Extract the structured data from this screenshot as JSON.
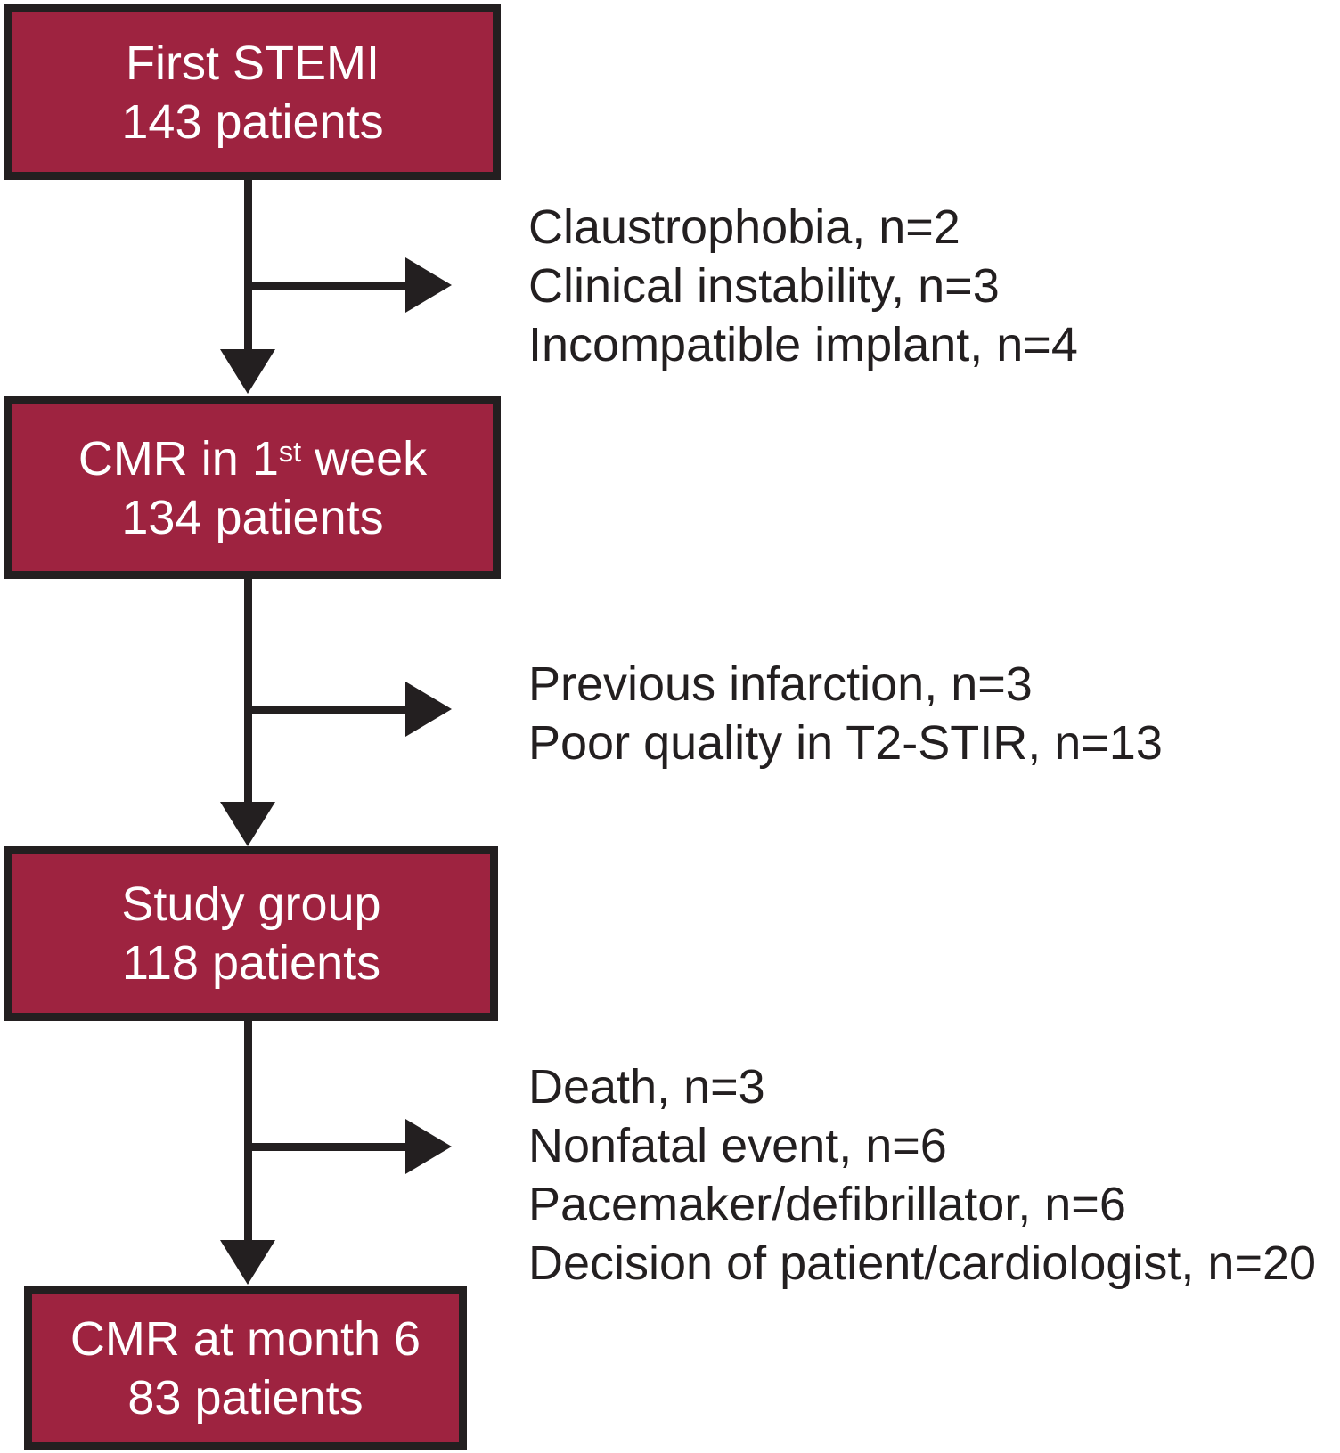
{
  "diagram": {
    "kind": "patient-flow-chart"
  },
  "colors": {
    "box_fill": "#9E2340",
    "box_border": "#231F20",
    "arrow": "#231F20",
    "box_text": "#FFFFFF",
    "side_text": "#231F20",
    "background": "#FFFFFF"
  },
  "boxes": [
    {
      "line1": "First STEMI",
      "line2": "143 patients"
    },
    {
      "line1_prefix": "CMR in 1",
      "line1_sup": "st",
      "line1_suffix": " week",
      "line2": "134 patients"
    },
    {
      "line1": "Study group",
      "line2": "118 patients"
    },
    {
      "line1": "CMR at month 6",
      "line2": "83 patients"
    }
  ],
  "exclusions": [
    {
      "items": [
        "Claustrophobia, n=2",
        "Clinical instability, n=3",
        "Incompatible implant, n=4"
      ]
    },
    {
      "items": [
        "Previous infarction, n=3",
        "Poor quality in T2-STIR, n=13"
      ]
    },
    {
      "items": [
        "Death, n=3",
        "Nonfatal event, n=6",
        "Pacemaker/defibrillator, n=6",
        "Decision of patient/cardiologist, n=20"
      ]
    }
  ]
}
